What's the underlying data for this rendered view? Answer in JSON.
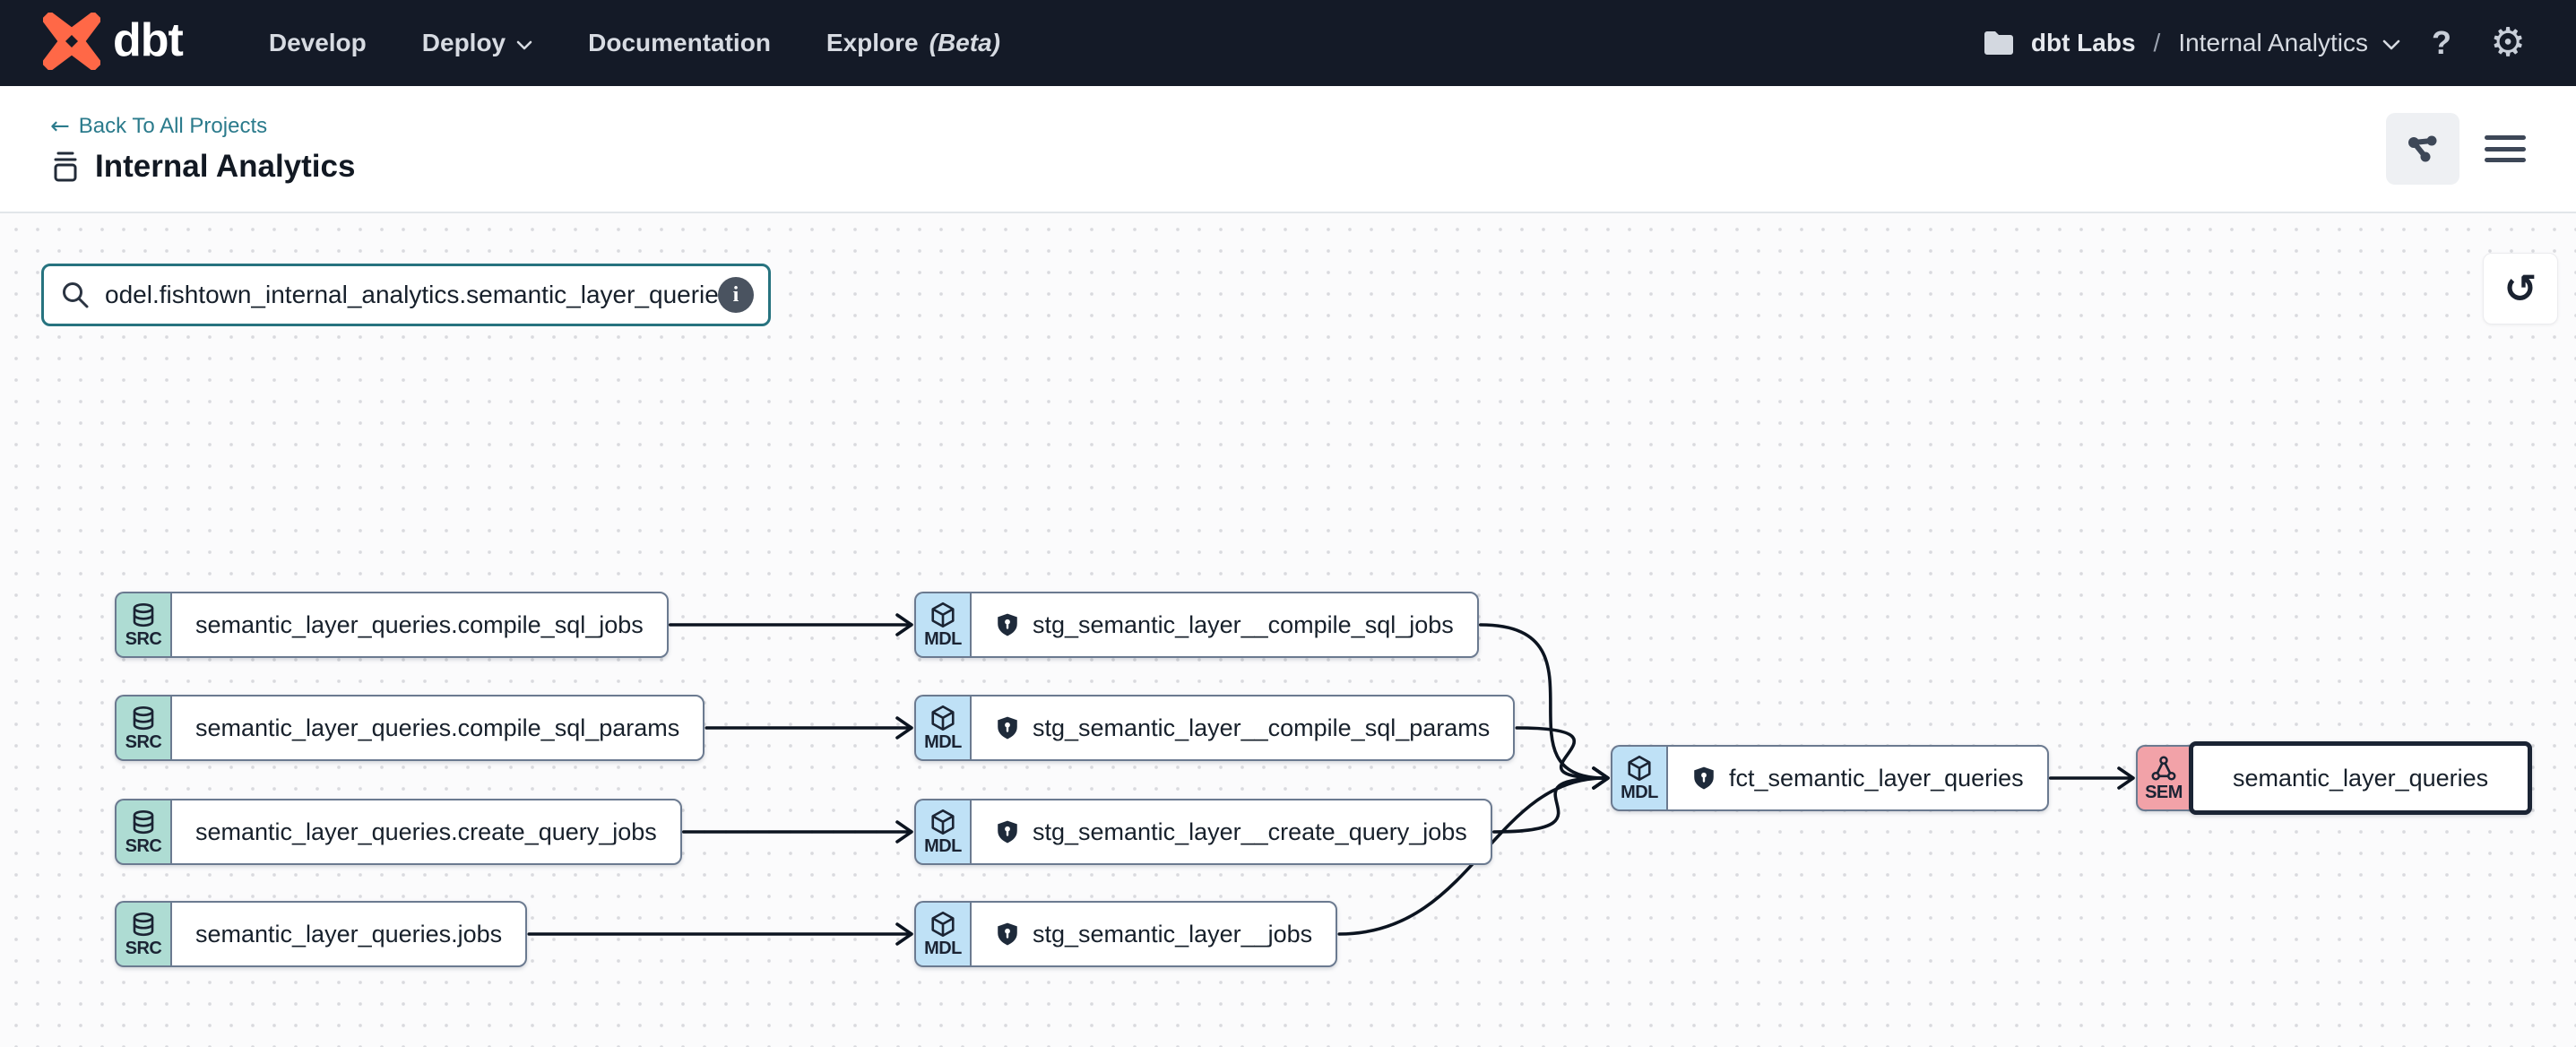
{
  "navbar": {
    "brand": "dbt",
    "items": [
      {
        "label": "Develop",
        "chevron": false
      },
      {
        "label": "Deploy",
        "chevron": true
      },
      {
        "label": "Documentation",
        "chevron": false
      },
      {
        "label": "Explore",
        "beta_suffix": "(Beta)",
        "chevron": false
      }
    ],
    "account": {
      "org": "dbt Labs",
      "separator": "/",
      "project": "Internal Analytics"
    },
    "icons": {
      "help": "?",
      "gear": "⚙"
    }
  },
  "header": {
    "back_arrow": "←",
    "back_label": "Back To All Projects",
    "title": "Internal Analytics"
  },
  "toolbar": {
    "search_value": "odel.fishtown_internal_analytics.semantic_layer_queries",
    "info_glyph": "i",
    "reset_glyph": "↺"
  },
  "colors": {
    "navbar_bg": "#141a27",
    "brand_orange": "#ff6847",
    "teal_accent": "#27737f",
    "src_badge": "#aedcd3",
    "mdl_badge": "#bfe1f6",
    "sem_badge": "#f2a2a8",
    "node_border": "#6b7a90",
    "edge": "#0c1420"
  },
  "graph": {
    "nodes": [
      {
        "id": "src1",
        "type": "SRC",
        "label": "semantic_layer_queries.compile_sql_jobs",
        "shield": false,
        "selected": false
      },
      {
        "id": "src2",
        "type": "SRC",
        "label": "semantic_layer_queries.compile_sql_params",
        "shield": false,
        "selected": false
      },
      {
        "id": "src3",
        "type": "SRC",
        "label": "semantic_layer_queries.create_query_jobs",
        "shield": false,
        "selected": false
      },
      {
        "id": "src4",
        "type": "SRC",
        "label": "semantic_layer_queries.jobs",
        "shield": false,
        "selected": false
      },
      {
        "id": "mdl1",
        "type": "MDL",
        "label": "stg_semantic_layer__compile_sql_jobs",
        "shield": true,
        "selected": false
      },
      {
        "id": "mdl2",
        "type": "MDL",
        "label": "stg_semantic_layer__compile_sql_params",
        "shield": true,
        "selected": false
      },
      {
        "id": "mdl3",
        "type": "MDL",
        "label": "stg_semantic_layer__create_query_jobs",
        "shield": true,
        "selected": false
      },
      {
        "id": "mdl4",
        "type": "MDL",
        "label": "stg_semantic_layer__jobs",
        "shield": true,
        "selected": false
      },
      {
        "id": "fct",
        "type": "MDL",
        "label": "fct_semantic_layer_queries",
        "shield": true,
        "selected": false
      },
      {
        "id": "sem",
        "type": "SEM",
        "label": "semantic_layer_queries",
        "shield": false,
        "selected": true
      }
    ],
    "edges": [
      {
        "from": "src1",
        "to": "mdl1"
      },
      {
        "from": "src2",
        "to": "mdl2"
      },
      {
        "from": "src3",
        "to": "mdl3"
      },
      {
        "from": "src4",
        "to": "mdl4"
      },
      {
        "from": "mdl1",
        "to": "fct"
      },
      {
        "from": "mdl2",
        "to": "fct"
      },
      {
        "from": "mdl3",
        "to": "fct"
      },
      {
        "from": "mdl4",
        "to": "fct"
      },
      {
        "from": "fct",
        "to": "sem"
      }
    ]
  }
}
